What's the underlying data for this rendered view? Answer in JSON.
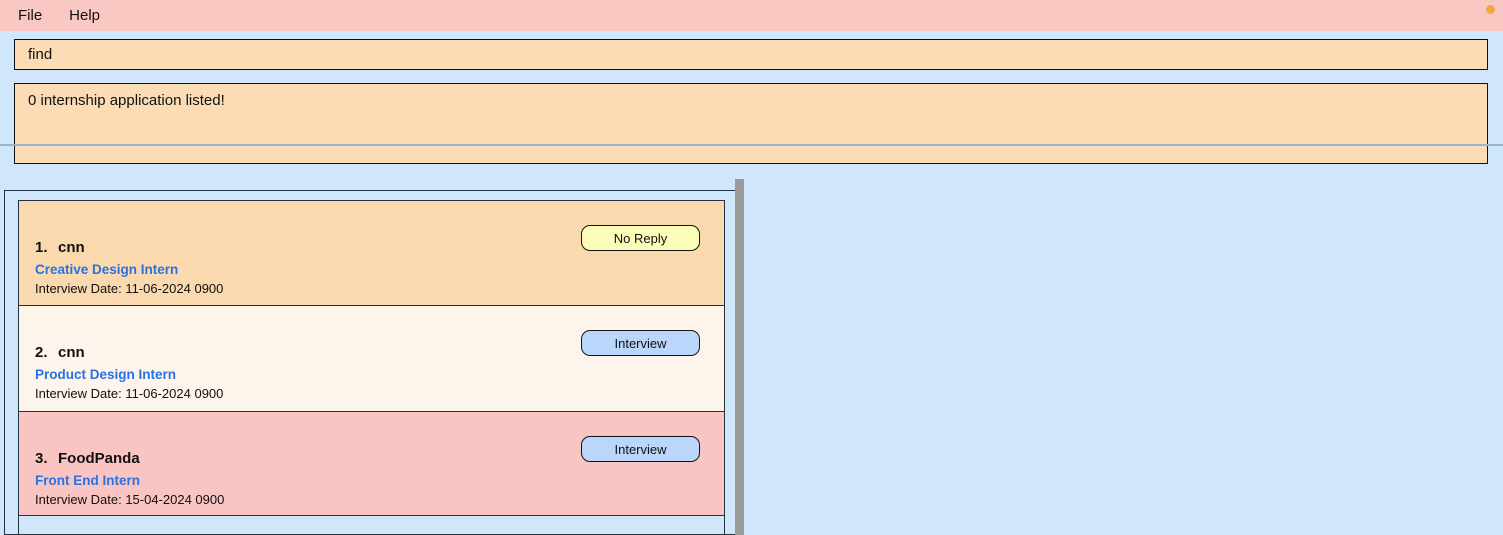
{
  "window": {
    "title_bar_color": "#fac8c3",
    "background_color": "#cfe6fb"
  },
  "menubar": {
    "items": [
      {
        "label": "File",
        "name": "menu-file"
      },
      {
        "label": "Help",
        "name": "menu-help"
      }
    ],
    "status_indicator": {
      "name": "status-dot",
      "color": "#f0a843"
    }
  },
  "command": {
    "value": "find",
    "placeholder": "Enter command here..."
  },
  "result": {
    "text": "0 internship application listed!"
  },
  "list": {
    "items": [
      {
        "index": "1.",
        "company": "cnn",
        "role": "Creative Design Intern",
        "date_label": "Interview Date: 11-06-2024 0900",
        "status": "No Reply",
        "status_kind": "noreply",
        "row_color": "#fbd9ae"
      },
      {
        "index": "2.",
        "company": "cnn",
        "role": "Product Design Intern",
        "date_label": "Interview Date: 11-06-2024 0900",
        "status": "Interview",
        "status_kind": "interview",
        "row_color": "#fdf4ec"
      },
      {
        "index": "3.",
        "company": "FoodPanda",
        "role": "Front End Intern",
        "date_label": "Interview Date: 15-04-2024 0900",
        "status": "Interview",
        "status_kind": "interview",
        "row_color": "#f9c4c1"
      },
      {
        "index": "",
        "company": "",
        "role": "",
        "date_label": "",
        "status": "",
        "status_kind": "none",
        "row_color": "#cfe6fb"
      }
    ]
  },
  "detail": {
    "content": ""
  },
  "colors": {
    "accent_link": "#2a72e0",
    "field_fill": "#fcdcb4",
    "panel_bg": "#cfe6fb",
    "menubar": "#fac8c3",
    "splitter": "#9a9a9a",
    "border": "#23323d",
    "status_noreply": "#fafcb8",
    "status_interview": "#bad6fa"
  }
}
